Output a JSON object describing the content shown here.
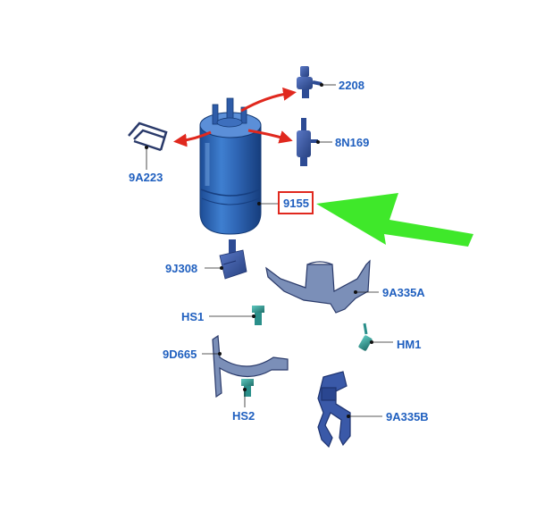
{
  "labels": {
    "p2208": "2208",
    "p8n169": "8N169",
    "p9a223": "9A223",
    "p9155": "9155",
    "p9j308": "9J308",
    "p9a335a": "9A335A",
    "phs1": "HS1",
    "phm1": "HM1",
    "p9d665": "9D665",
    "phs2": "HS2",
    "p9a335b": "9A335B"
  },
  "colors": {
    "label_text": "#1f5fbf",
    "filter_body": "#2f63b0",
    "part_blue": "#3a59a8",
    "fastener_teal": "#2a8f8a",
    "arrow_red": "#e0281e",
    "highlight_box": "#e0281e",
    "pointer_green": "#3fe82a"
  }
}
